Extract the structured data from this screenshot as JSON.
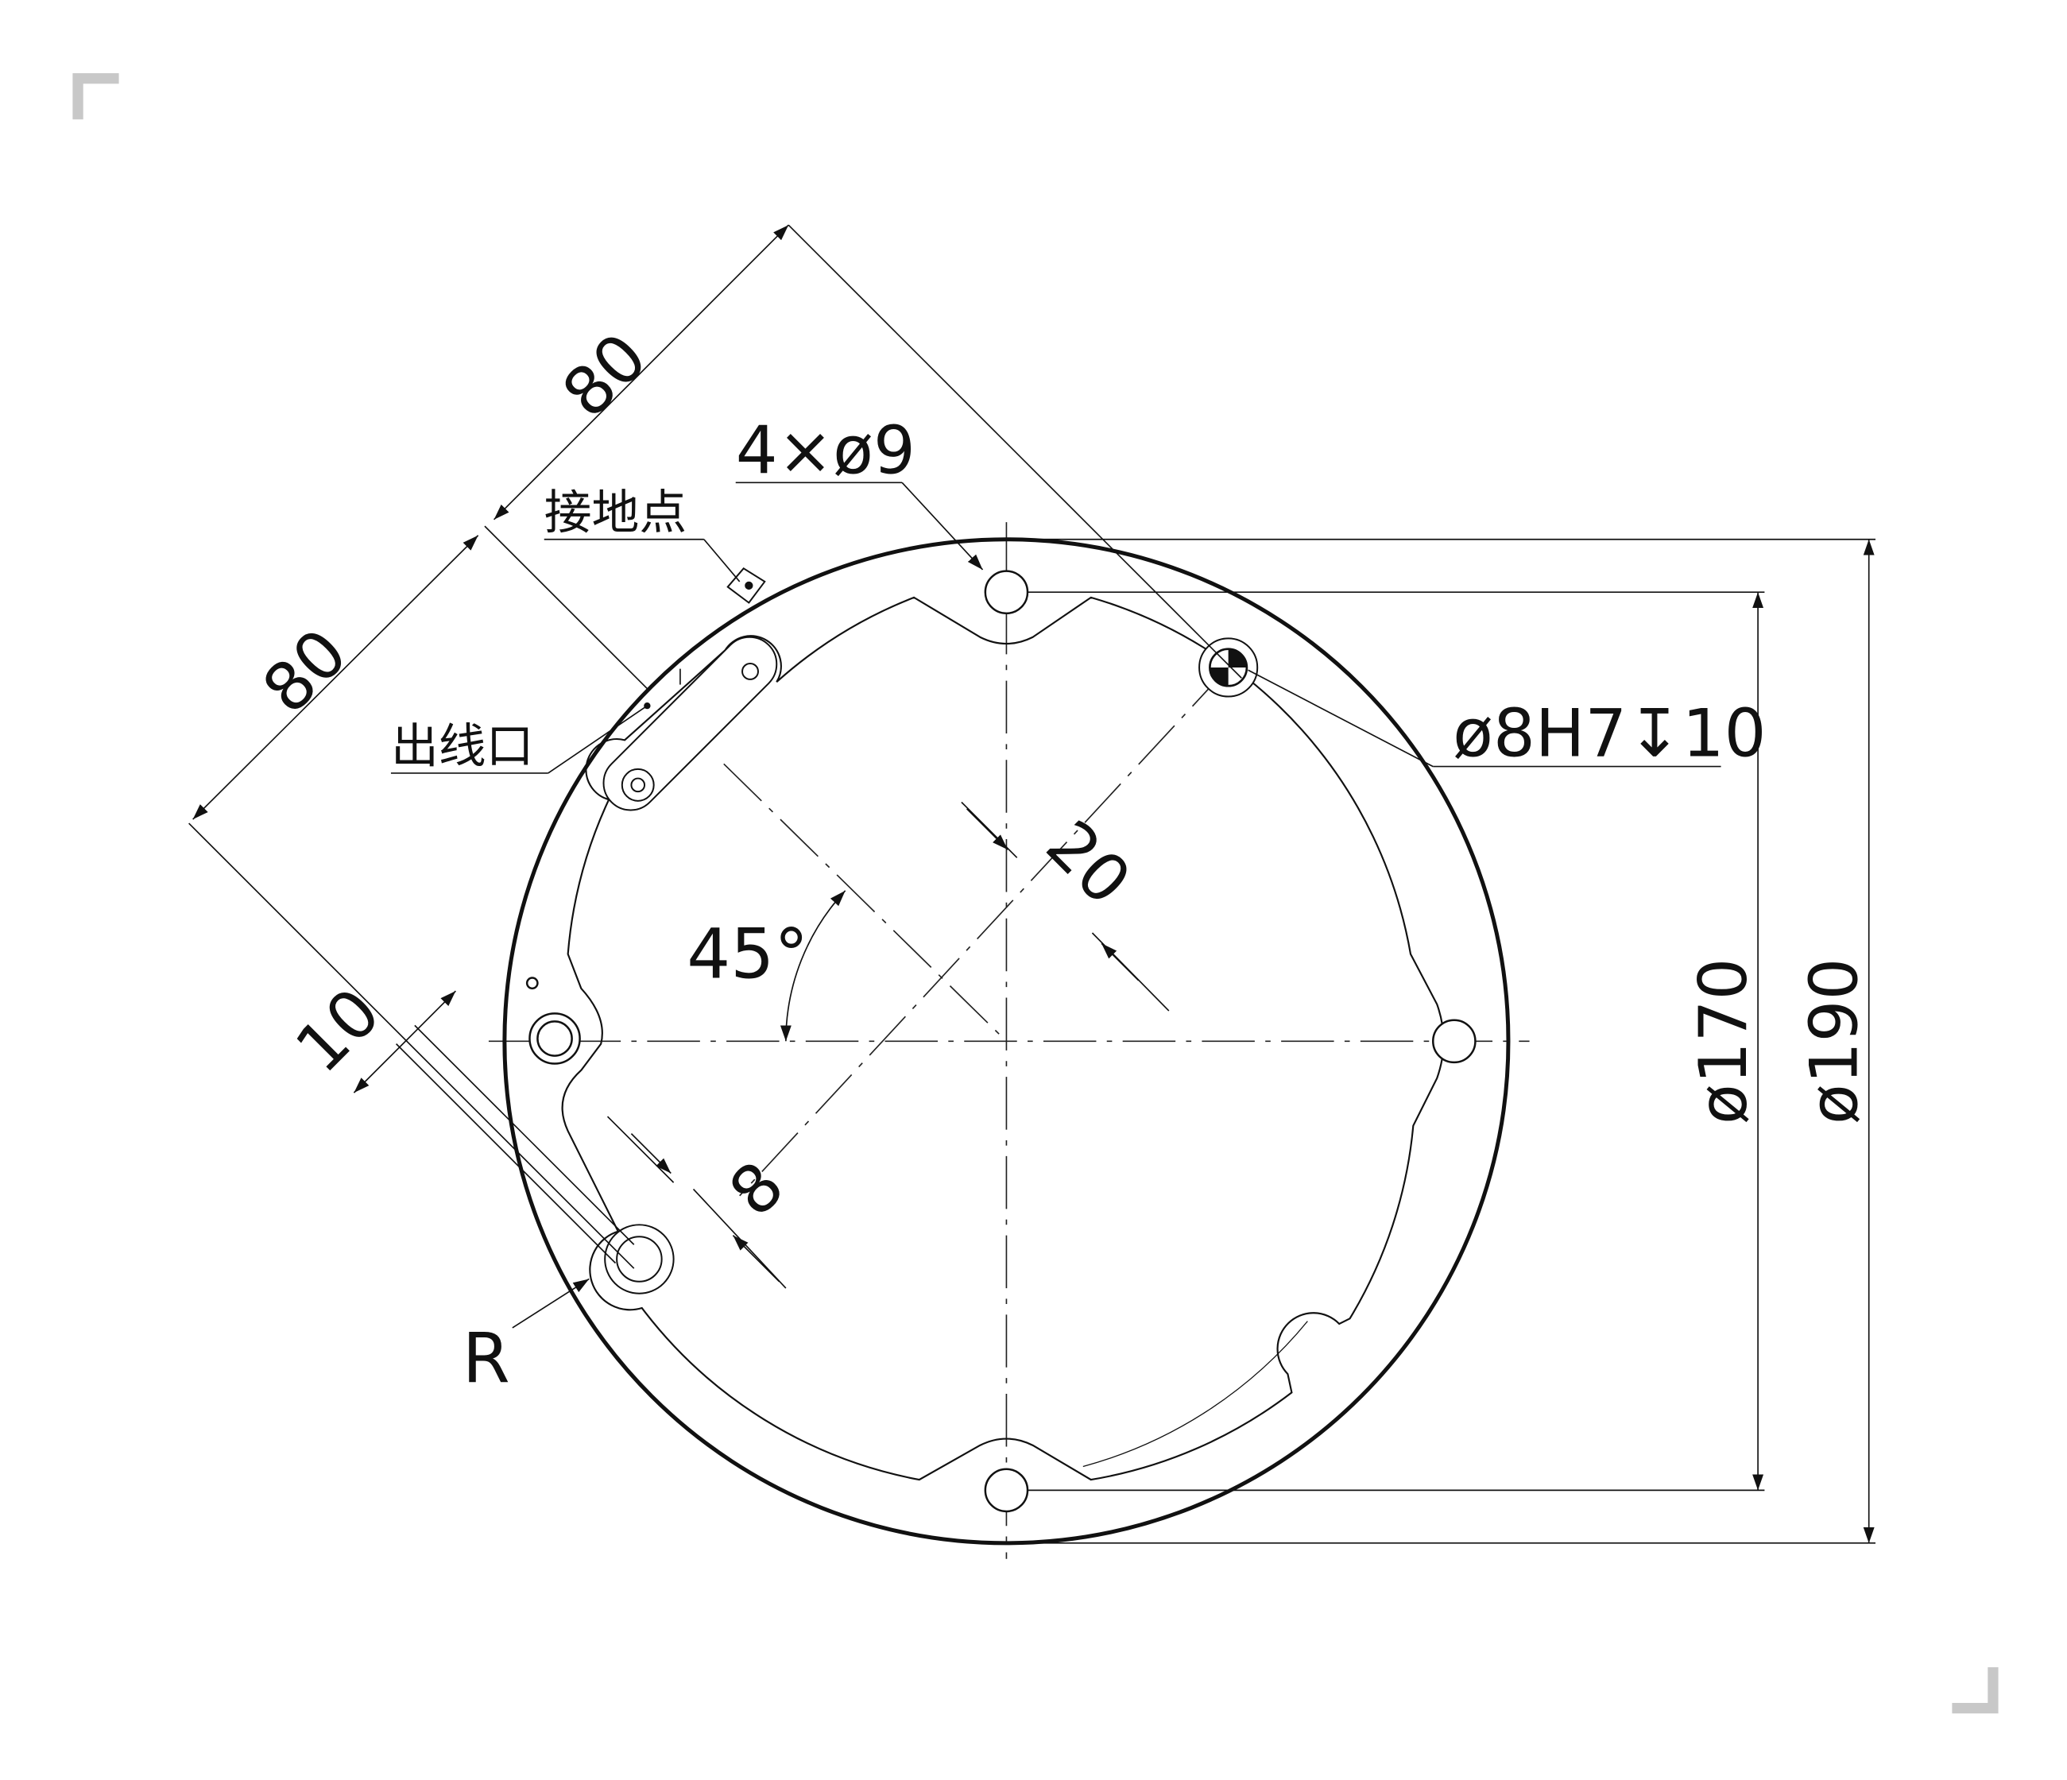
{
  "drawing": {
    "dimensions": {
      "offset_80_upper": "80",
      "offset_80_lower": "80",
      "holes_callout": "4×ø9",
      "pin_hole_callout": "ø8H7↧10",
      "center_offset": "20",
      "angle": "45°",
      "slot_width_10": "10",
      "slot_offset_8": "8",
      "radius_label": "R",
      "dia_170": "ø170",
      "dia_190": "ø190"
    },
    "labels": {
      "ground_point": "接地点",
      "cable_outlet": "出线口"
    },
    "colors": {
      "line": "#111111",
      "corner_mark": "#c8c8c8"
    }
  }
}
